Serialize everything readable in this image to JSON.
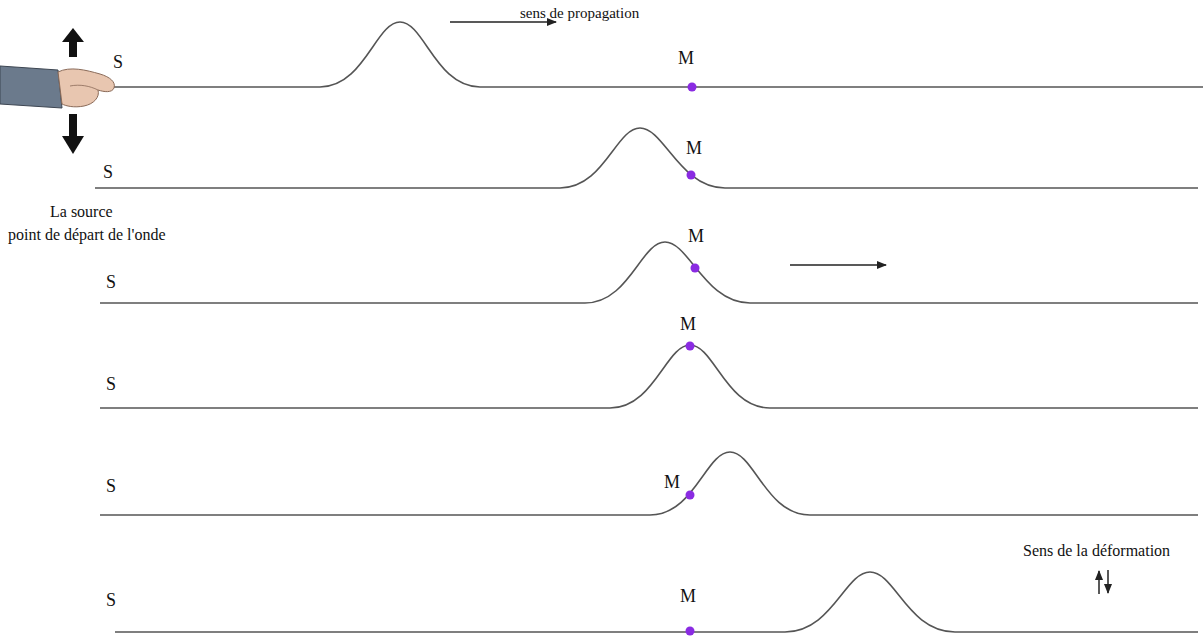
{
  "diagram": {
    "labels": [
      "sens de propagation",
      "S",
      "M",
      "S",
      "M",
      "La source",
      "point de départ de l'onde",
      "S",
      "M",
      "S",
      "M",
      "S",
      "M",
      "Sens de la déformation",
      "S",
      "M"
    ]
  }
}
